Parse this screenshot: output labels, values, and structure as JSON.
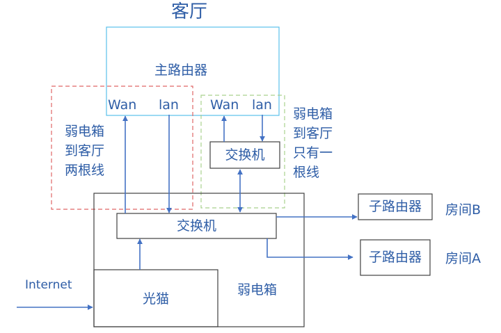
{
  "title": "客厅",
  "main_router": "主路由器",
  "router_wan": "Wan",
  "router_lan": "lan",
  "switch_wan": "Wan",
  "switch_lan": "lan",
  "living_switch": "交换机",
  "cabinet_switch": "交换机",
  "note_two_lines": "弱电箱\n到客厅\n两根线",
  "note_one_line": "弱电箱\n到客厅\n只有一\n根线",
  "sub_router_b": "子路由器",
  "room_b": "房间B",
  "sub_router_a": "子路由器",
  "room_a": "房间A",
  "internet": "Internet",
  "modem": "光猫",
  "weak_box": "弱电箱",
  "colors": {
    "text": "#2E5DA6",
    "arrow": "#4472C4",
    "router_box": "#5BC0EB",
    "red_dash": "#E06666",
    "green_dash": "#A9D18E",
    "box": "#404040"
  }
}
